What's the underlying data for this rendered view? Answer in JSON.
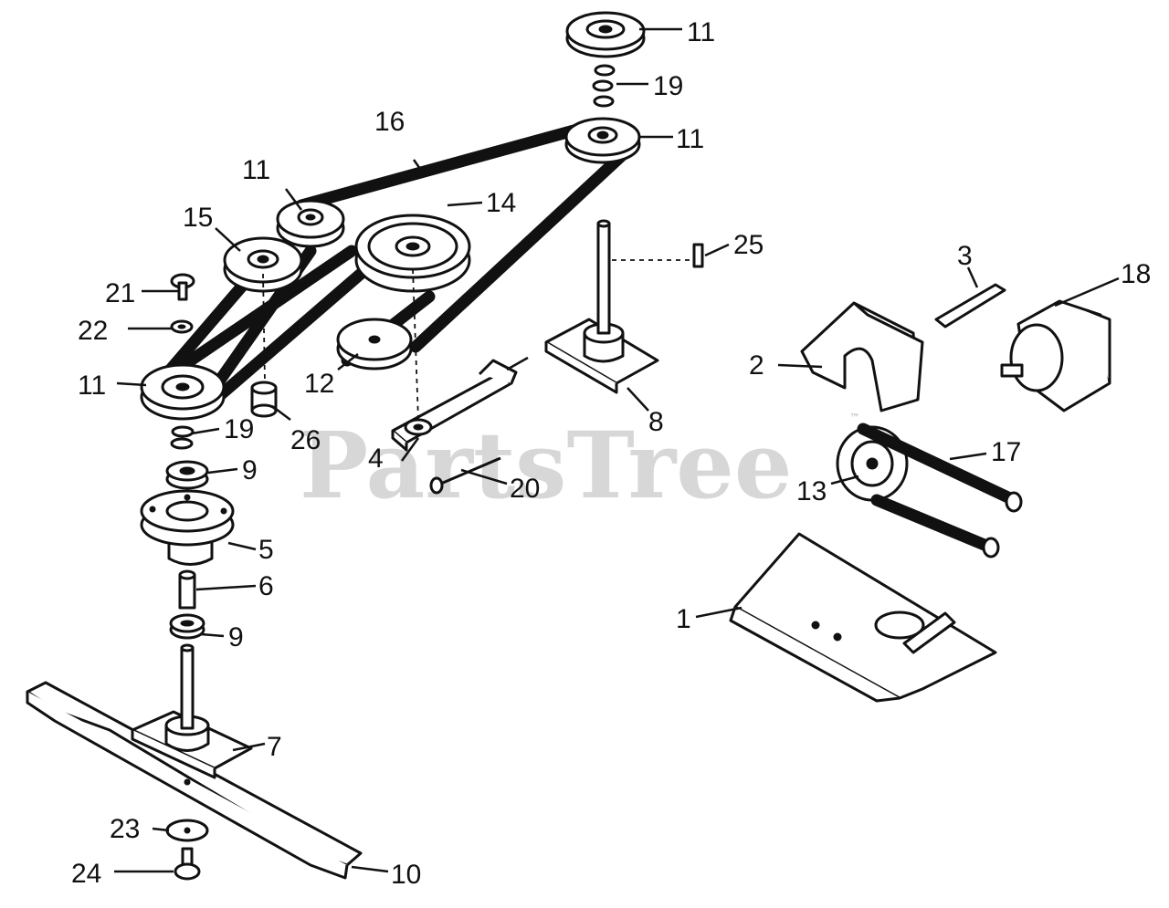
{
  "watermark": {
    "text": "PartsTree",
    "trademark": "™"
  },
  "callouts": {
    "c1": "1",
    "c2": "2",
    "c3": "3",
    "c4": "4",
    "c5": "5",
    "c6": "6",
    "c7": "7",
    "c8": "8",
    "c9a": "9",
    "c9b": "9",
    "c10": "10",
    "c11a": "11",
    "c11b": "11",
    "c11c": "11",
    "c11d": "11",
    "c12": "12",
    "c13": "13",
    "c14": "14",
    "c15": "15",
    "c16": "16",
    "c17": "17",
    "c18": "18",
    "c19a": "19",
    "c19b": "19",
    "c20": "20",
    "c21": "21",
    "c22": "22",
    "c23": "23",
    "c24": "24",
    "c25": "25",
    "c26": "26"
  }
}
